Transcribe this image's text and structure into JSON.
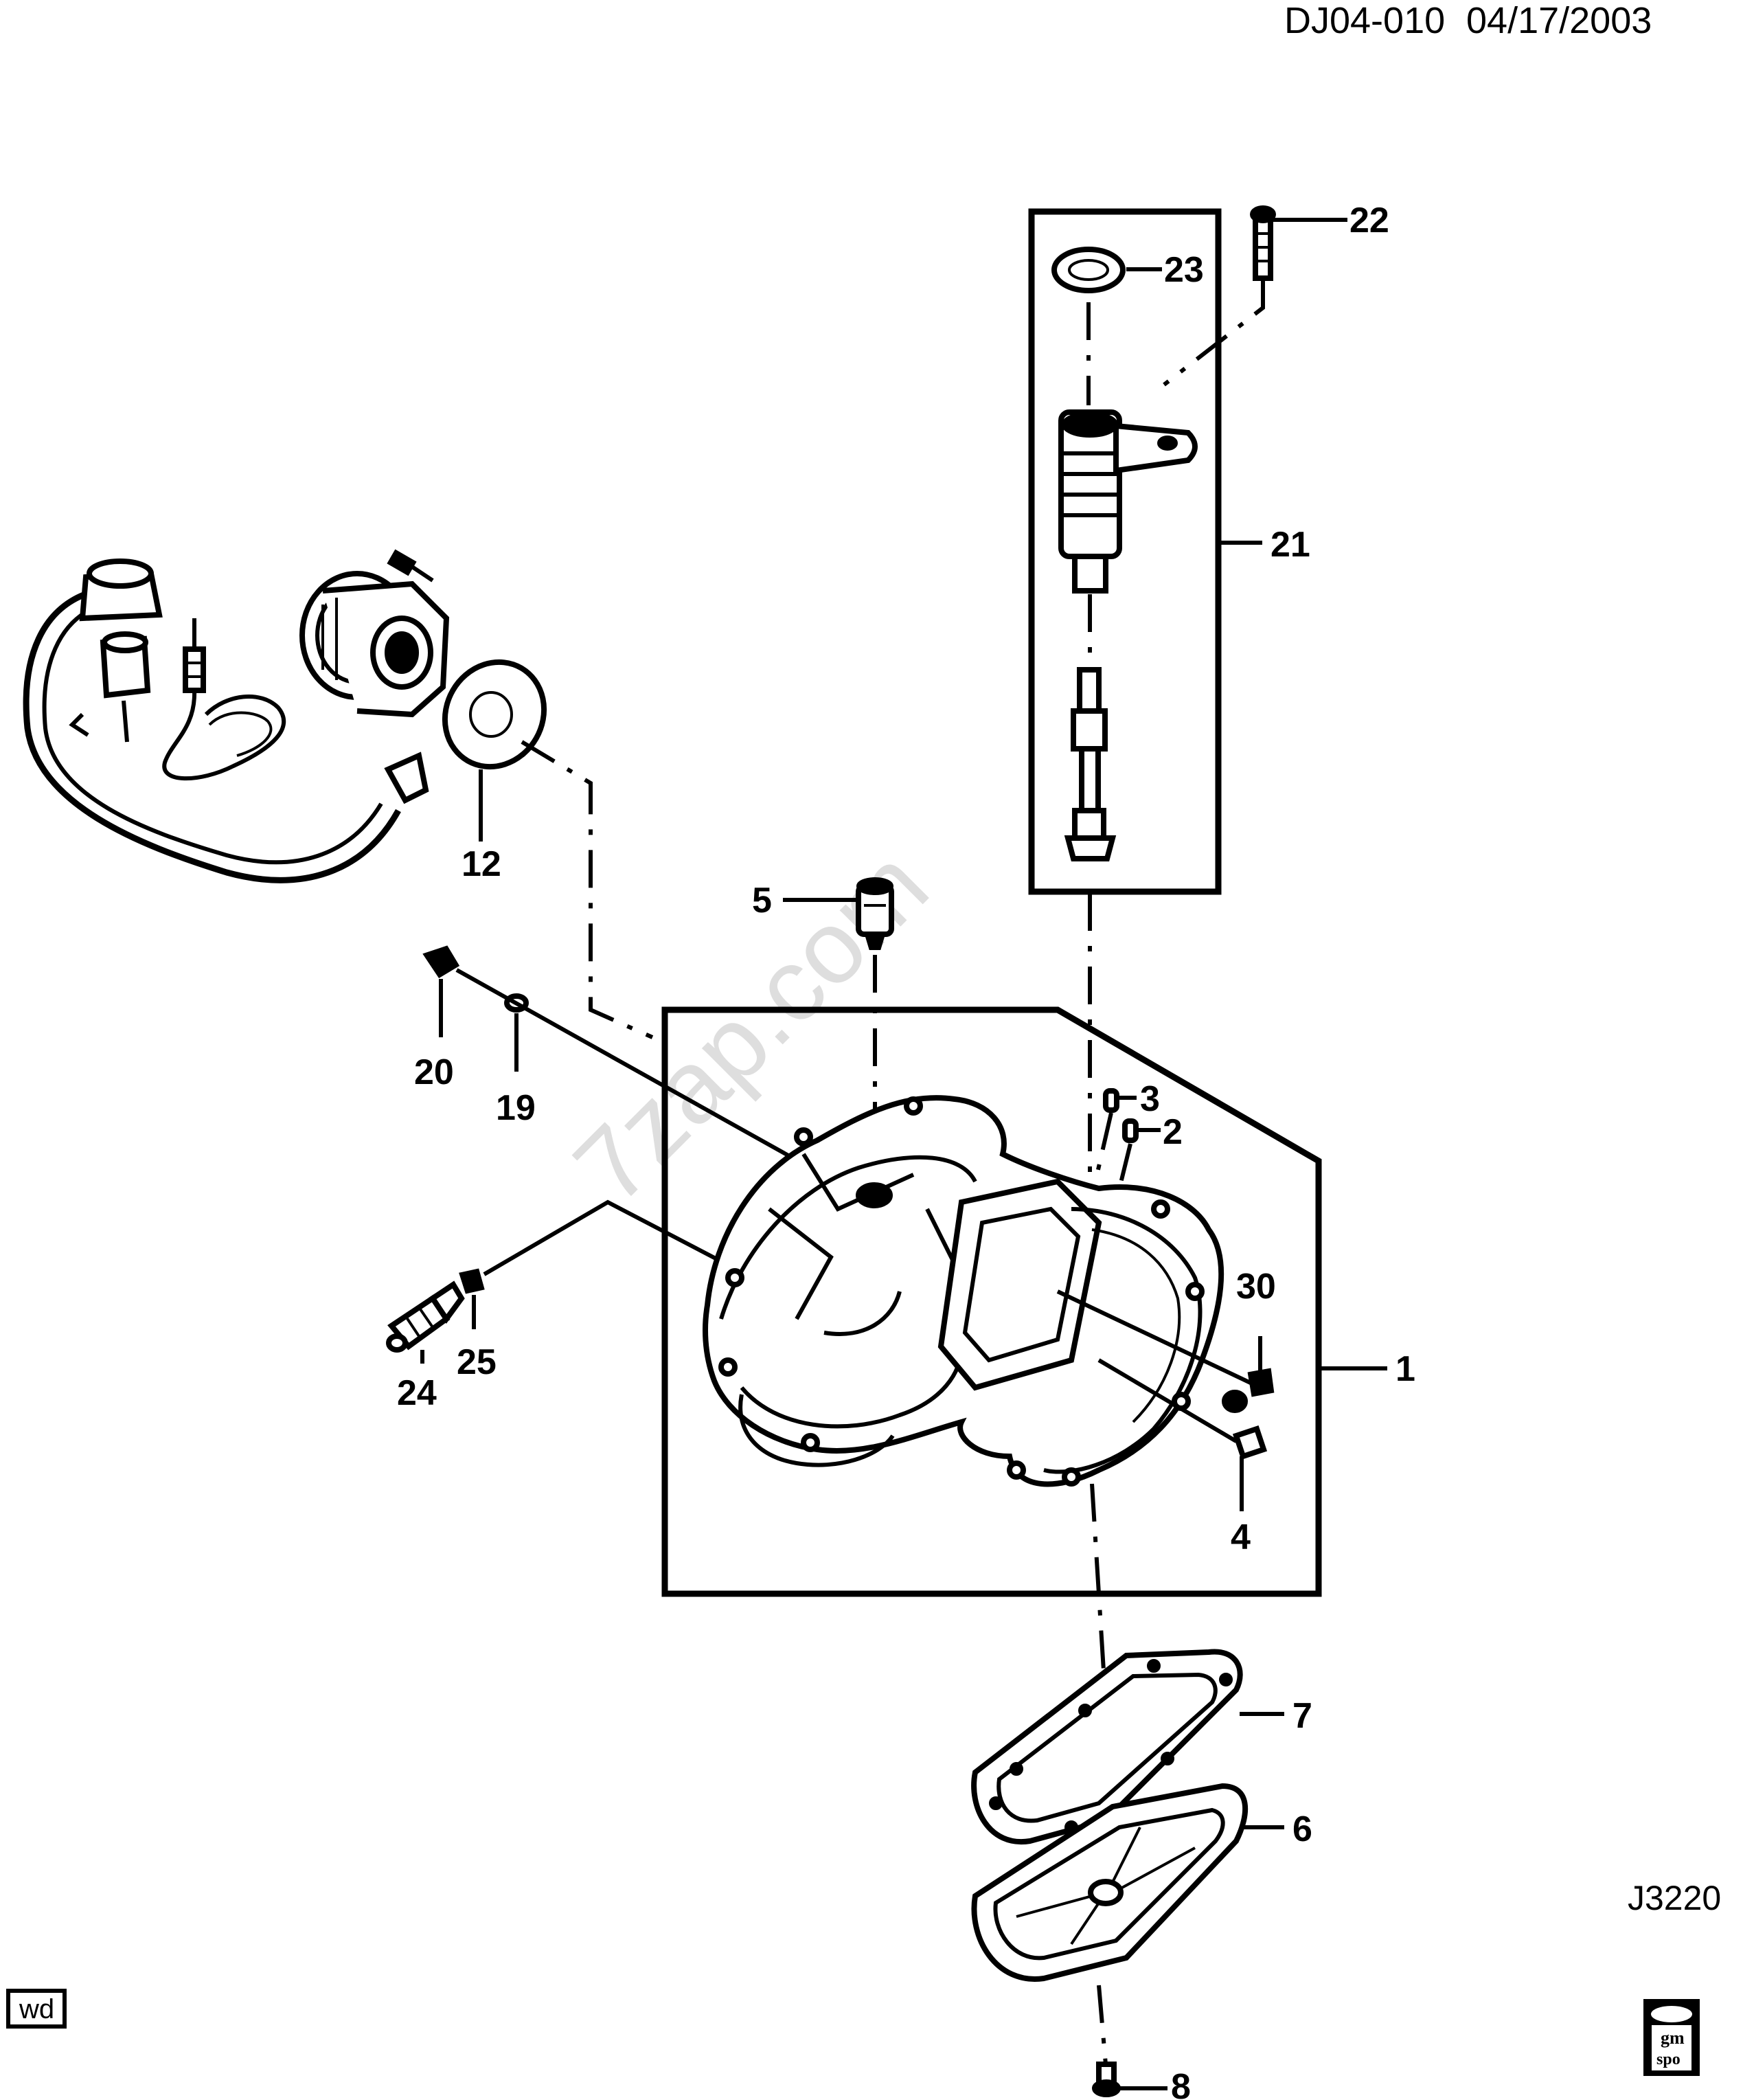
{
  "header": {
    "diagram_code": "DJ04-010",
    "date": "04/17/2003"
  },
  "illustration_code": "J3220",
  "watermark": "7zap.com",
  "badge_wd": "wd",
  "logo": {
    "line1": "gm",
    "line2": "spo"
  },
  "callouts": {
    "c1": "1",
    "c2": "2",
    "c3": "3",
    "c4": "4",
    "c5": "5",
    "c6": "6",
    "c7": "7",
    "c8": "8",
    "c12": "12",
    "c19": "19",
    "c20": "20",
    "c21": "21",
    "c22": "22",
    "c23": "23",
    "c24": "24",
    "c25": "25",
    "c30": "30"
  }
}
